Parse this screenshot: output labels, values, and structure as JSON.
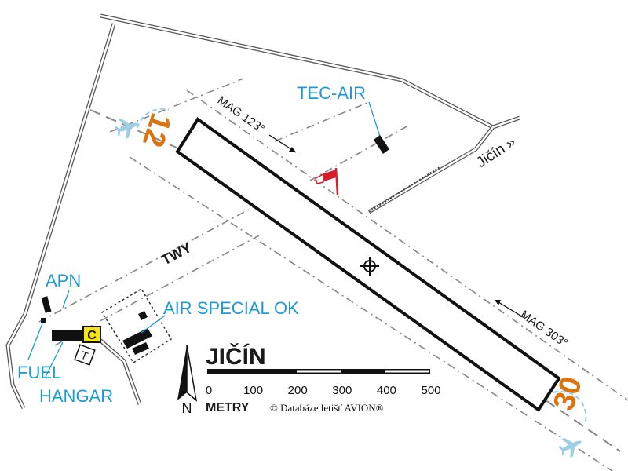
{
  "airfield": {
    "name": "JIČÍN",
    "town_direction": "Jičín »"
  },
  "runway": {
    "designator_a": "12",
    "designator_b": "30",
    "heading_a": "MAG 123°",
    "heading_b": "MAG 303°"
  },
  "labels": {
    "taxiway": "TWY",
    "apron": "APN",
    "fuel": "FUEL",
    "hangar": "HANGAR",
    "operator_1": "TEC-AIR",
    "operator_2": "AIR SPECIAL OK",
    "customs_letter": "C",
    "t_letter": "T"
  },
  "scale": {
    "ticks": [
      "0",
      "100",
      "200",
      "300",
      "400",
      "500"
    ],
    "unit": "METRY",
    "copyright": "© Databáze letišť AVION®"
  },
  "north_letter": "N",
  "colors": {
    "runway_number": "#d9740f",
    "label_blue": "#1e9ad6",
    "plane_icon": "#9ccfe6",
    "windsock": "#d4202a"
  }
}
